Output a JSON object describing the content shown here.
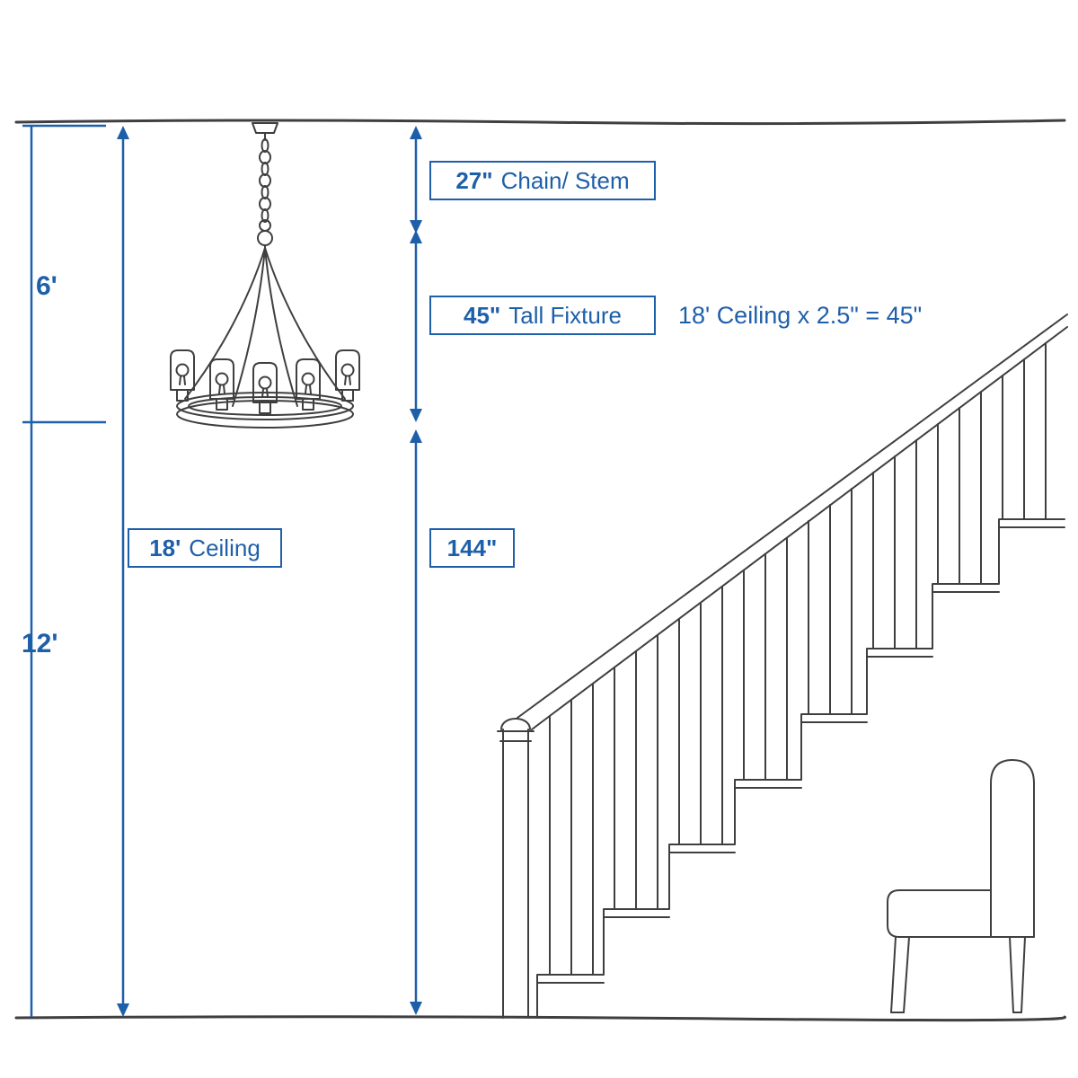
{
  "labels": {
    "chain_stem": {
      "num": "27\"",
      "text": "Chain/ Stem"
    },
    "tall_fixture": {
      "num": "45\"",
      "text": "Tall Fixture"
    },
    "equation": "18' Ceiling x 2.5\" = 45\"",
    "ceiling": {
      "num": "18'",
      "text": "Ceiling"
    },
    "drop": "144\"",
    "upper_height": "6'",
    "lower_height": "12'"
  },
  "colors": {
    "dimension_blue": "#1e5fa9",
    "sketch_gray": "#3f3f3f",
    "background": "#ffffff"
  },
  "illustration": {
    "subjects": [
      "chandelier",
      "staircase",
      "chair",
      "ceiling-line",
      "floor-line"
    ]
  }
}
